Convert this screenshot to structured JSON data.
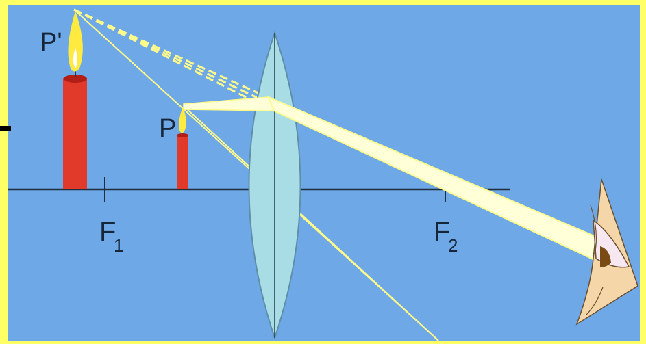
{
  "colors": {
    "frame": "#ffff66",
    "background": "#6ea8e6",
    "axis": "#1f2f3f",
    "lens_fill": "#a9dde6",
    "lens_stroke": "#5f8fa8",
    "candle": "#e23a2a",
    "candle_dark": "#b01e16",
    "flame": "#ffea40",
    "ray": "#fffb8a",
    "beam": "#ffffd8",
    "eye_skin": "#f5d6a8",
    "eye_iris": "#7a4a14"
  },
  "labels": {
    "image_point": "P'",
    "object_point": "P",
    "focus_1_letter": "F",
    "focus_1_sub": "1",
    "focus_2_letter": "F",
    "focus_2_sub": "2"
  },
  "icons": {
    "image_candle": "candle-icon",
    "object_candle": "candle-icon",
    "eye": "eye-icon",
    "lens": "converging-lens-icon"
  }
}
